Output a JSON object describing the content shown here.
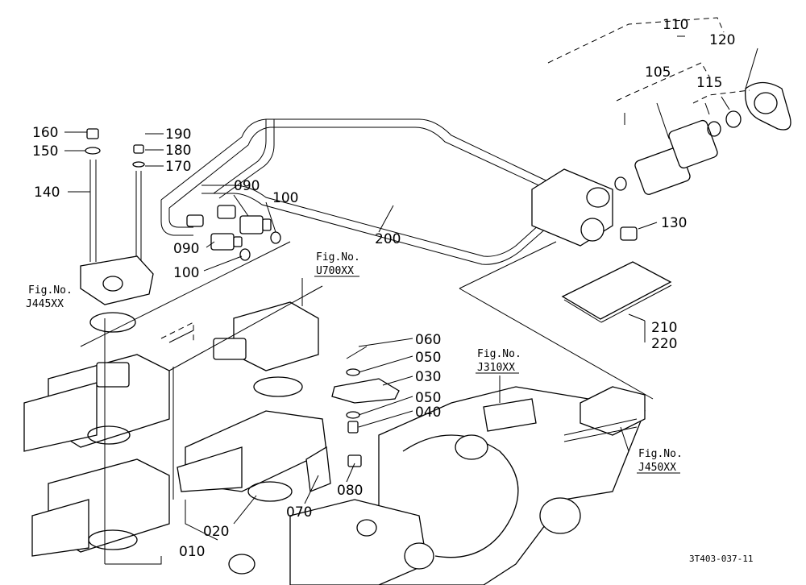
{
  "drawing_code": "3T403-037-11",
  "part_labels": [
    {
      "id": "110",
      "text": "110"
    },
    {
      "id": "120",
      "text": "120"
    },
    {
      "id": "105",
      "text": "105"
    },
    {
      "id": "115",
      "text": "115"
    },
    {
      "id": "160",
      "text": "160"
    },
    {
      "id": "150",
      "text": "150"
    },
    {
      "id": "140",
      "text": "140"
    },
    {
      "id": "190",
      "text": "190"
    },
    {
      "id": "180",
      "text": "180"
    },
    {
      "id": "170",
      "text": "170"
    },
    {
      "id": "090a",
      "text": "090"
    },
    {
      "id": "100a",
      "text": "100"
    },
    {
      "id": "090b",
      "text": "090"
    },
    {
      "id": "100b",
      "text": "100"
    },
    {
      "id": "200",
      "text": "200"
    },
    {
      "id": "130",
      "text": "130"
    },
    {
      "id": "210",
      "text": "210"
    },
    {
      "id": "220",
      "text": "220"
    },
    {
      "id": "060",
      "text": "060"
    },
    {
      "id": "050a",
      "text": "050"
    },
    {
      "id": "030",
      "text": "030"
    },
    {
      "id": "050b",
      "text": "050"
    },
    {
      "id": "040",
      "text": "040"
    },
    {
      "id": "080",
      "text": "080"
    },
    {
      "id": "070",
      "text": "070"
    },
    {
      "id": "020",
      "text": "020"
    },
    {
      "id": "010",
      "text": "010"
    }
  ],
  "figure_refs": [
    {
      "id": "j445",
      "line1": "Fig.No.",
      "line2": "J445XX"
    },
    {
      "id": "u700",
      "line1": "Fig.No.",
      "line2": "U700XX"
    },
    {
      "id": "j310",
      "line1": "Fig.No.",
      "line2": "J310XX"
    },
    {
      "id": "j450",
      "line1": "Fig.No.",
      "line2": "J450XX"
    }
  ]
}
